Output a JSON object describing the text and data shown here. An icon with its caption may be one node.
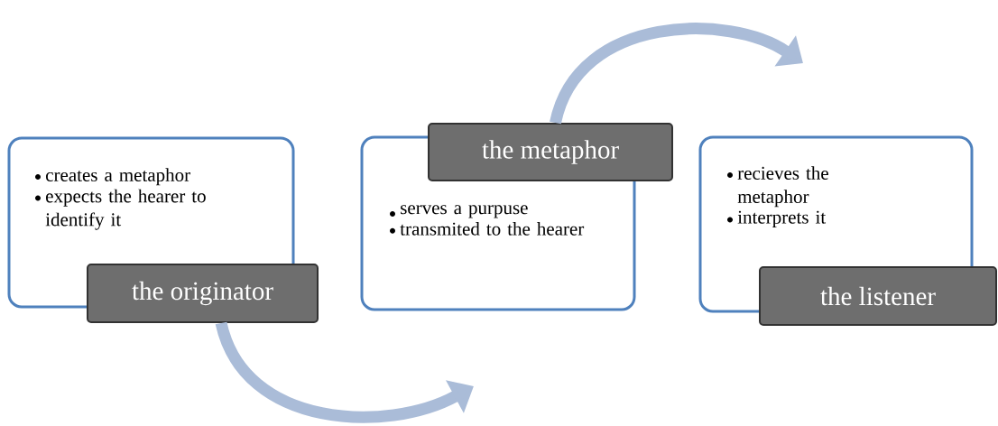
{
  "diagram": {
    "nodes": [
      {
        "text": [
          "creates a metaphor",
          "expects the hearer to identify it"
        ]
      },
      {
        "text": [
          "the originator"
        ]
      },
      {
        "text": [
          "serves a purpuse",
          "transmited to the hearer"
        ]
      },
      {
        "text": [
          "the metaphor"
        ]
      },
      {
        "text": [
          "recieves the metaphor",
          "interprets it"
        ]
      },
      {
        "text": [
          "the listener"
        ]
      }
    ],
    "edges": [
      {
        "from": 1,
        "to": null,
        "arrow": "to"
      },
      {
        "from": 3,
        "to": null,
        "arrow": "to"
      }
    ]
  }
}
